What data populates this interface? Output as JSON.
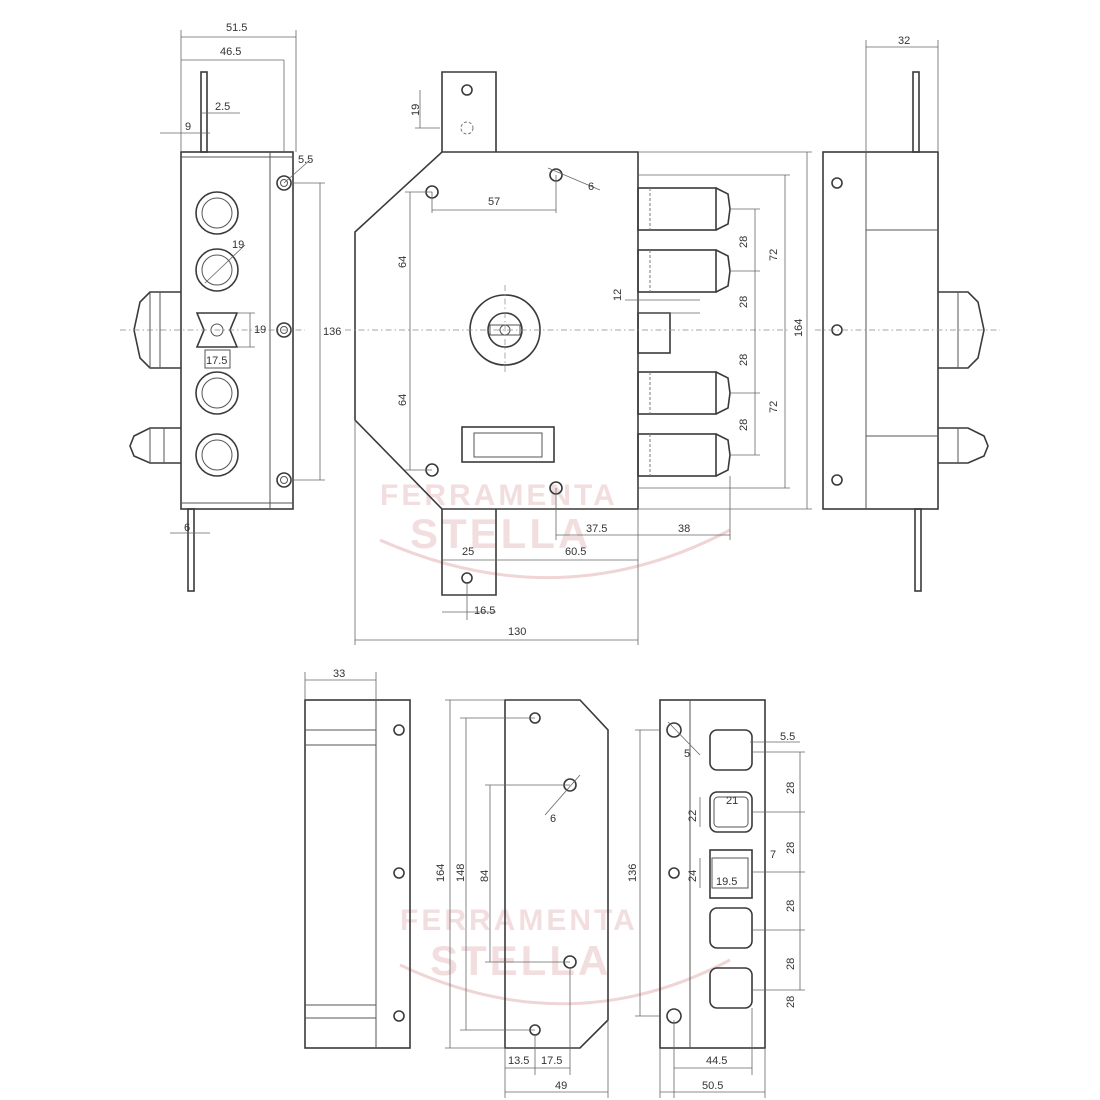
{
  "watermark": {
    "line1": "FERRAMENTA",
    "line2": "STELLA"
  },
  "dimensions": {
    "top_left_width_outer": "51.5",
    "top_left_width_inner": "46.5",
    "top_left_offset_2_5": "2.5",
    "top_left_offset_9": "9",
    "top_left_hole_5_5": "5.5",
    "top_left_dia_19": "19",
    "top_left_slot_19": "19",
    "top_left_slot_17_5": "17.5",
    "top_left_height_136": "136",
    "top_left_bottom_6": "6",
    "main_tab_19": "19",
    "main_screw_6": "6",
    "main_57": "57",
    "main_64_upper": "64",
    "main_64_lower": "64",
    "main_12": "12",
    "main_28_a": "28",
    "main_28_b": "28",
    "main_28_c": "28",
    "main_28_d": "28",
    "main_72_upper": "72",
    "main_72_lower": "72",
    "main_164": "164",
    "main_37_5": "37.5",
    "main_38": "38",
    "main_25": "25",
    "main_60_5": "60.5",
    "main_16_5": "16.5",
    "main_130": "130",
    "right_32": "32",
    "bottom_33": "33",
    "bottom_164": "164",
    "bottom_148": "148",
    "bottom_84": "84",
    "bottom_dia_6": "6",
    "bottom_13_5": "13.5",
    "bottom_17_5": "17.5",
    "bottom_49": "49",
    "br_5_5": "5.5",
    "br_dia_5": "5",
    "br_28_a": "28",
    "br_28_b": "28",
    "br_28_c": "28",
    "br_28_d": "28",
    "br_28_e": "28",
    "br_21": "21",
    "br_22": "22",
    "br_7": "7",
    "br_24": "24",
    "br_19_5": "19.5",
    "br_136": "136",
    "br_44_5": "44.5",
    "br_50_5": "50.5"
  }
}
